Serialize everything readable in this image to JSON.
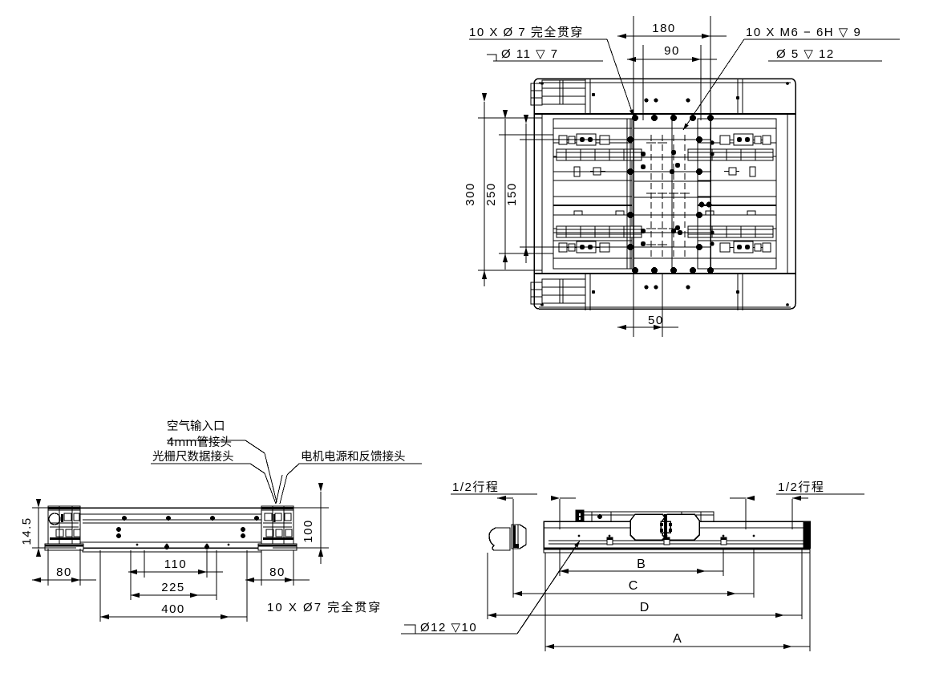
{
  "drawing": {
    "title": "Air-bearing linear stage assembly drawing",
    "line_color": "#000000",
    "background": "#ffffff"
  },
  "top_view": {
    "notes": {
      "left_note_line1": "10 X  Ø  7  完全贯穿",
      "left_note_line2": "Ø  11  ▽  7",
      "right_note_line1": "10 X   M6 − 6H  ▽  9",
      "right_note_line2": "Ø  5  ▽  12"
    },
    "dimensions": {
      "horizontal_top": [
        "180",
        "90"
      ],
      "vertical_left": [
        "300",
        "250",
        "150"
      ],
      "horizontal_bottom": [
        "50"
      ]
    }
  },
  "front_view": {
    "callouts": {
      "air_inlet_line1": "空气输入口",
      "air_inlet_line2": "4mm管接头",
      "encoder_data": "光栅尺数据接头",
      "motor_power": "电机电源和反馈接头"
    },
    "dimensions": {
      "height_left": "14.5",
      "height_right": "100",
      "widths": [
        "80",
        "110",
        "80",
        "225",
        "400"
      ]
    },
    "note": "10  X Ø7  完全贯穿"
  },
  "side_view": {
    "stroke_labels": [
      "1/2行程",
      "1/2行程"
    ],
    "dimension_labels": [
      "B",
      "C",
      "D",
      "A"
    ],
    "note": "Ø12  ▽10"
  }
}
